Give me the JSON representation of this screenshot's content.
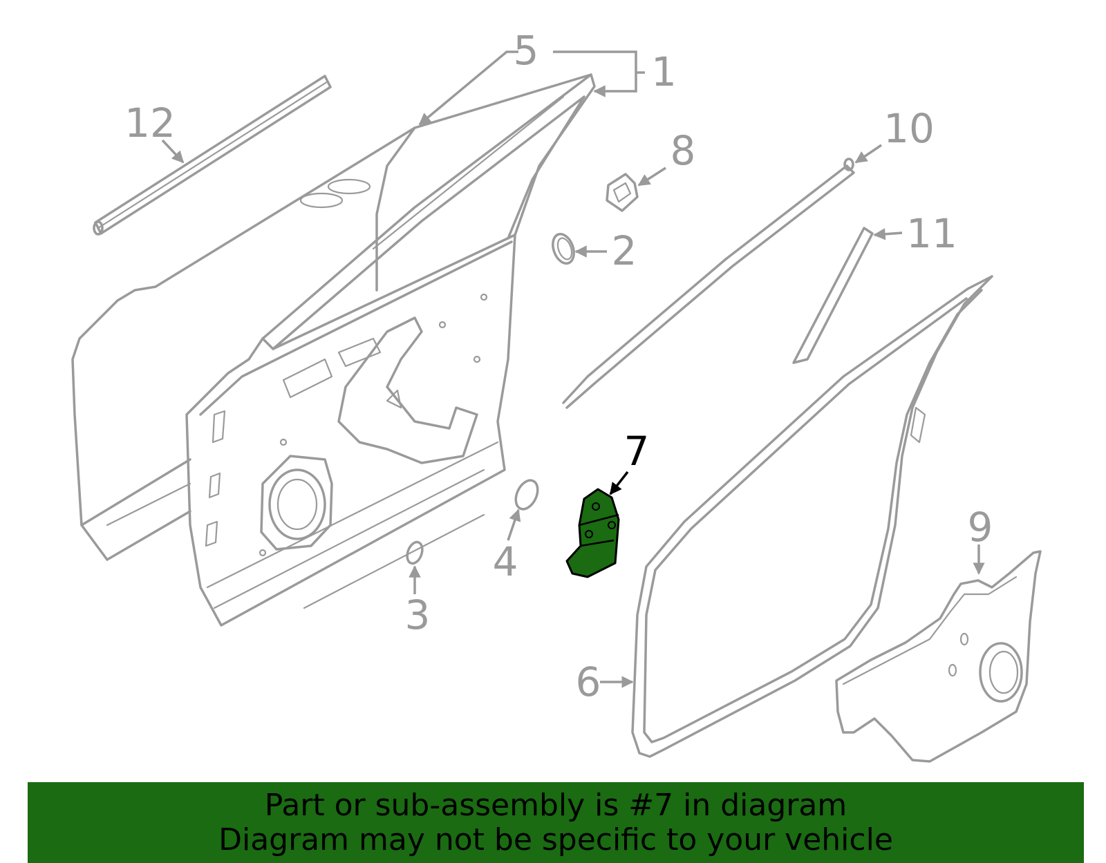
{
  "callouts": {
    "c1": "1",
    "c2": "2",
    "c3": "3",
    "c4": "4",
    "c5": "5",
    "c6": "6",
    "c7": "7",
    "c8": "8",
    "c9": "9",
    "c10": "10",
    "c11": "11",
    "c12": "12"
  },
  "highlight": {
    "part_number": "7",
    "color": "#1a6b12"
  },
  "banner": {
    "color": "#1a6b12",
    "line1": "Part or sub-assembly is #7 in diagram",
    "line2": "Diagram may not be specific to your vehicle"
  }
}
